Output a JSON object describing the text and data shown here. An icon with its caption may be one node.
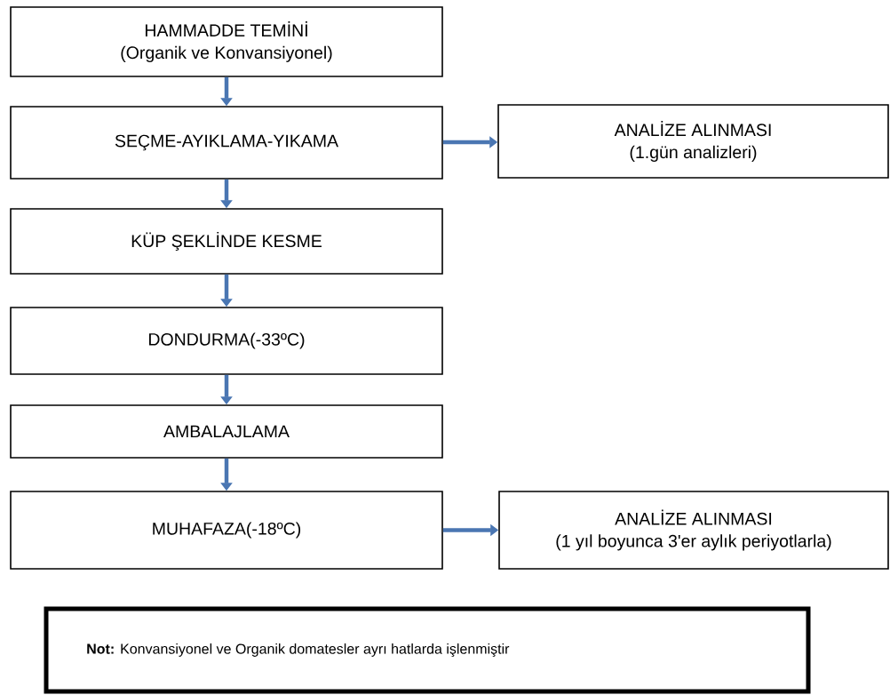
{
  "diagram": {
    "nodes": [
      {
        "text": [
          "HAMMADDE TEMİNİ",
          "(Organik ve Konvansiyonel)"
        ]
      },
      {
        "text": [
          "SEÇME-AYIKLAMA-YIKAMA"
        ]
      },
      {
        "text": [
          "ANALİZE ALINMASI",
          "(1.gün analizleri)"
        ]
      },
      {
        "text": [
          "KÜP ŞEKLİNDE KESME"
        ]
      },
      {
        "text": [
          "DONDURMA(-33ºC)"
        ]
      },
      {
        "text": [
          "AMBALAJLAMA"
        ]
      },
      {
        "text": [
          "MUHAFAZA(-18ºC)"
        ]
      },
      {
        "text": [
          "ANALİZE ALINMASI",
          "(1 yıl boyunca 3'er aylık periyotlarla)"
        ]
      },
      {
        "text": [
          "**Not:** Konvansiyonel ve Organik domatesler ayrı hatlarda işlenmiştir"
        ]
      }
    ],
    "edges": [
      {
        "from": 0,
        "to": 1,
        "arrow": "to"
      },
      {
        "from": 1,
        "to": 2,
        "arrow": "to"
      },
      {
        "from": 1,
        "to": 3,
        "arrow": "to"
      },
      {
        "from": 3,
        "to": 4,
        "arrow": "to"
      },
      {
        "from": 4,
        "to": 5,
        "arrow": "to"
      },
      {
        "from": 5,
        "to": 6,
        "arrow": "to"
      },
      {
        "from": 6,
        "to": 7,
        "arrow": "to"
      }
    ]
  }
}
